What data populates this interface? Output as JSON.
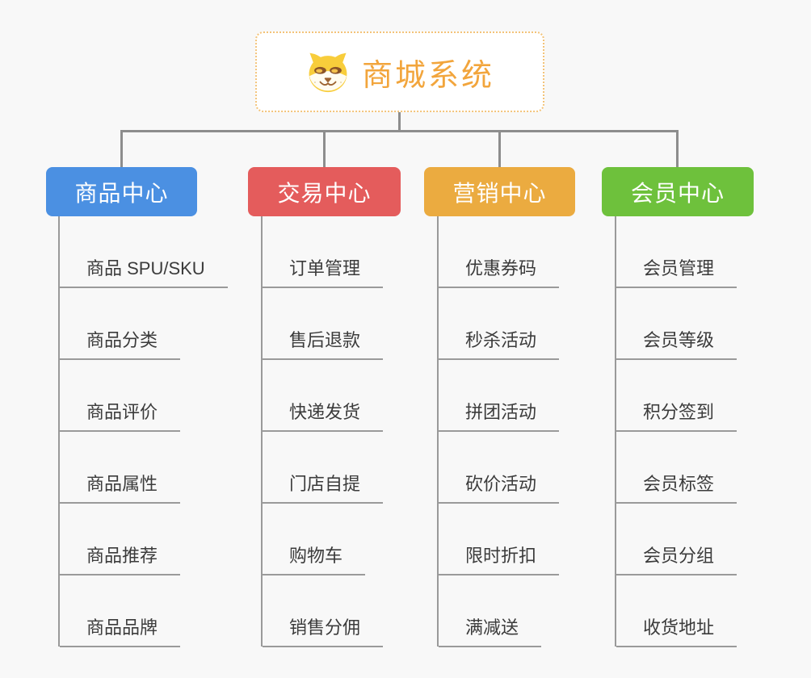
{
  "root": {
    "title": "商城系统",
    "icon": "shiba-dog-icon"
  },
  "colors": {
    "background": "#f8f8f8",
    "connector": "#8d8d8d",
    "topic_line": "#9a9a9a",
    "topic_text": "#3b3b3b",
    "root_text": "#f2a53c",
    "root_border": "#f3c379",
    "branch_product": "#4b90e2",
    "branch_trade": "#e45c5c",
    "branch_marketing": "#ebab40",
    "branch_member": "#6ec13c"
  },
  "branches": [
    {
      "label": "商品中心",
      "color": "#4b90e2",
      "items": [
        "商品 SPU/SKU",
        "商品分类",
        "商品评价",
        "商品属性",
        "商品推荐",
        "商品品牌"
      ]
    },
    {
      "label": "交易中心",
      "color": "#e45c5c",
      "items": [
        "订单管理",
        "售后退款",
        "快递发货",
        "门店自提",
        "购物车",
        "销售分佣"
      ]
    },
    {
      "label": "营销中心",
      "color": "#ebab40",
      "items": [
        "优惠券码",
        "秒杀活动",
        "拼团活动",
        "砍价活动",
        "限时折扣",
        "满减送"
      ]
    },
    {
      "label": "会员中心",
      "color": "#6ec13c",
      "items": [
        "会员管理",
        "会员等级",
        "积分签到",
        "会员标签",
        "会员分组",
        "收货地址"
      ]
    }
  ]
}
